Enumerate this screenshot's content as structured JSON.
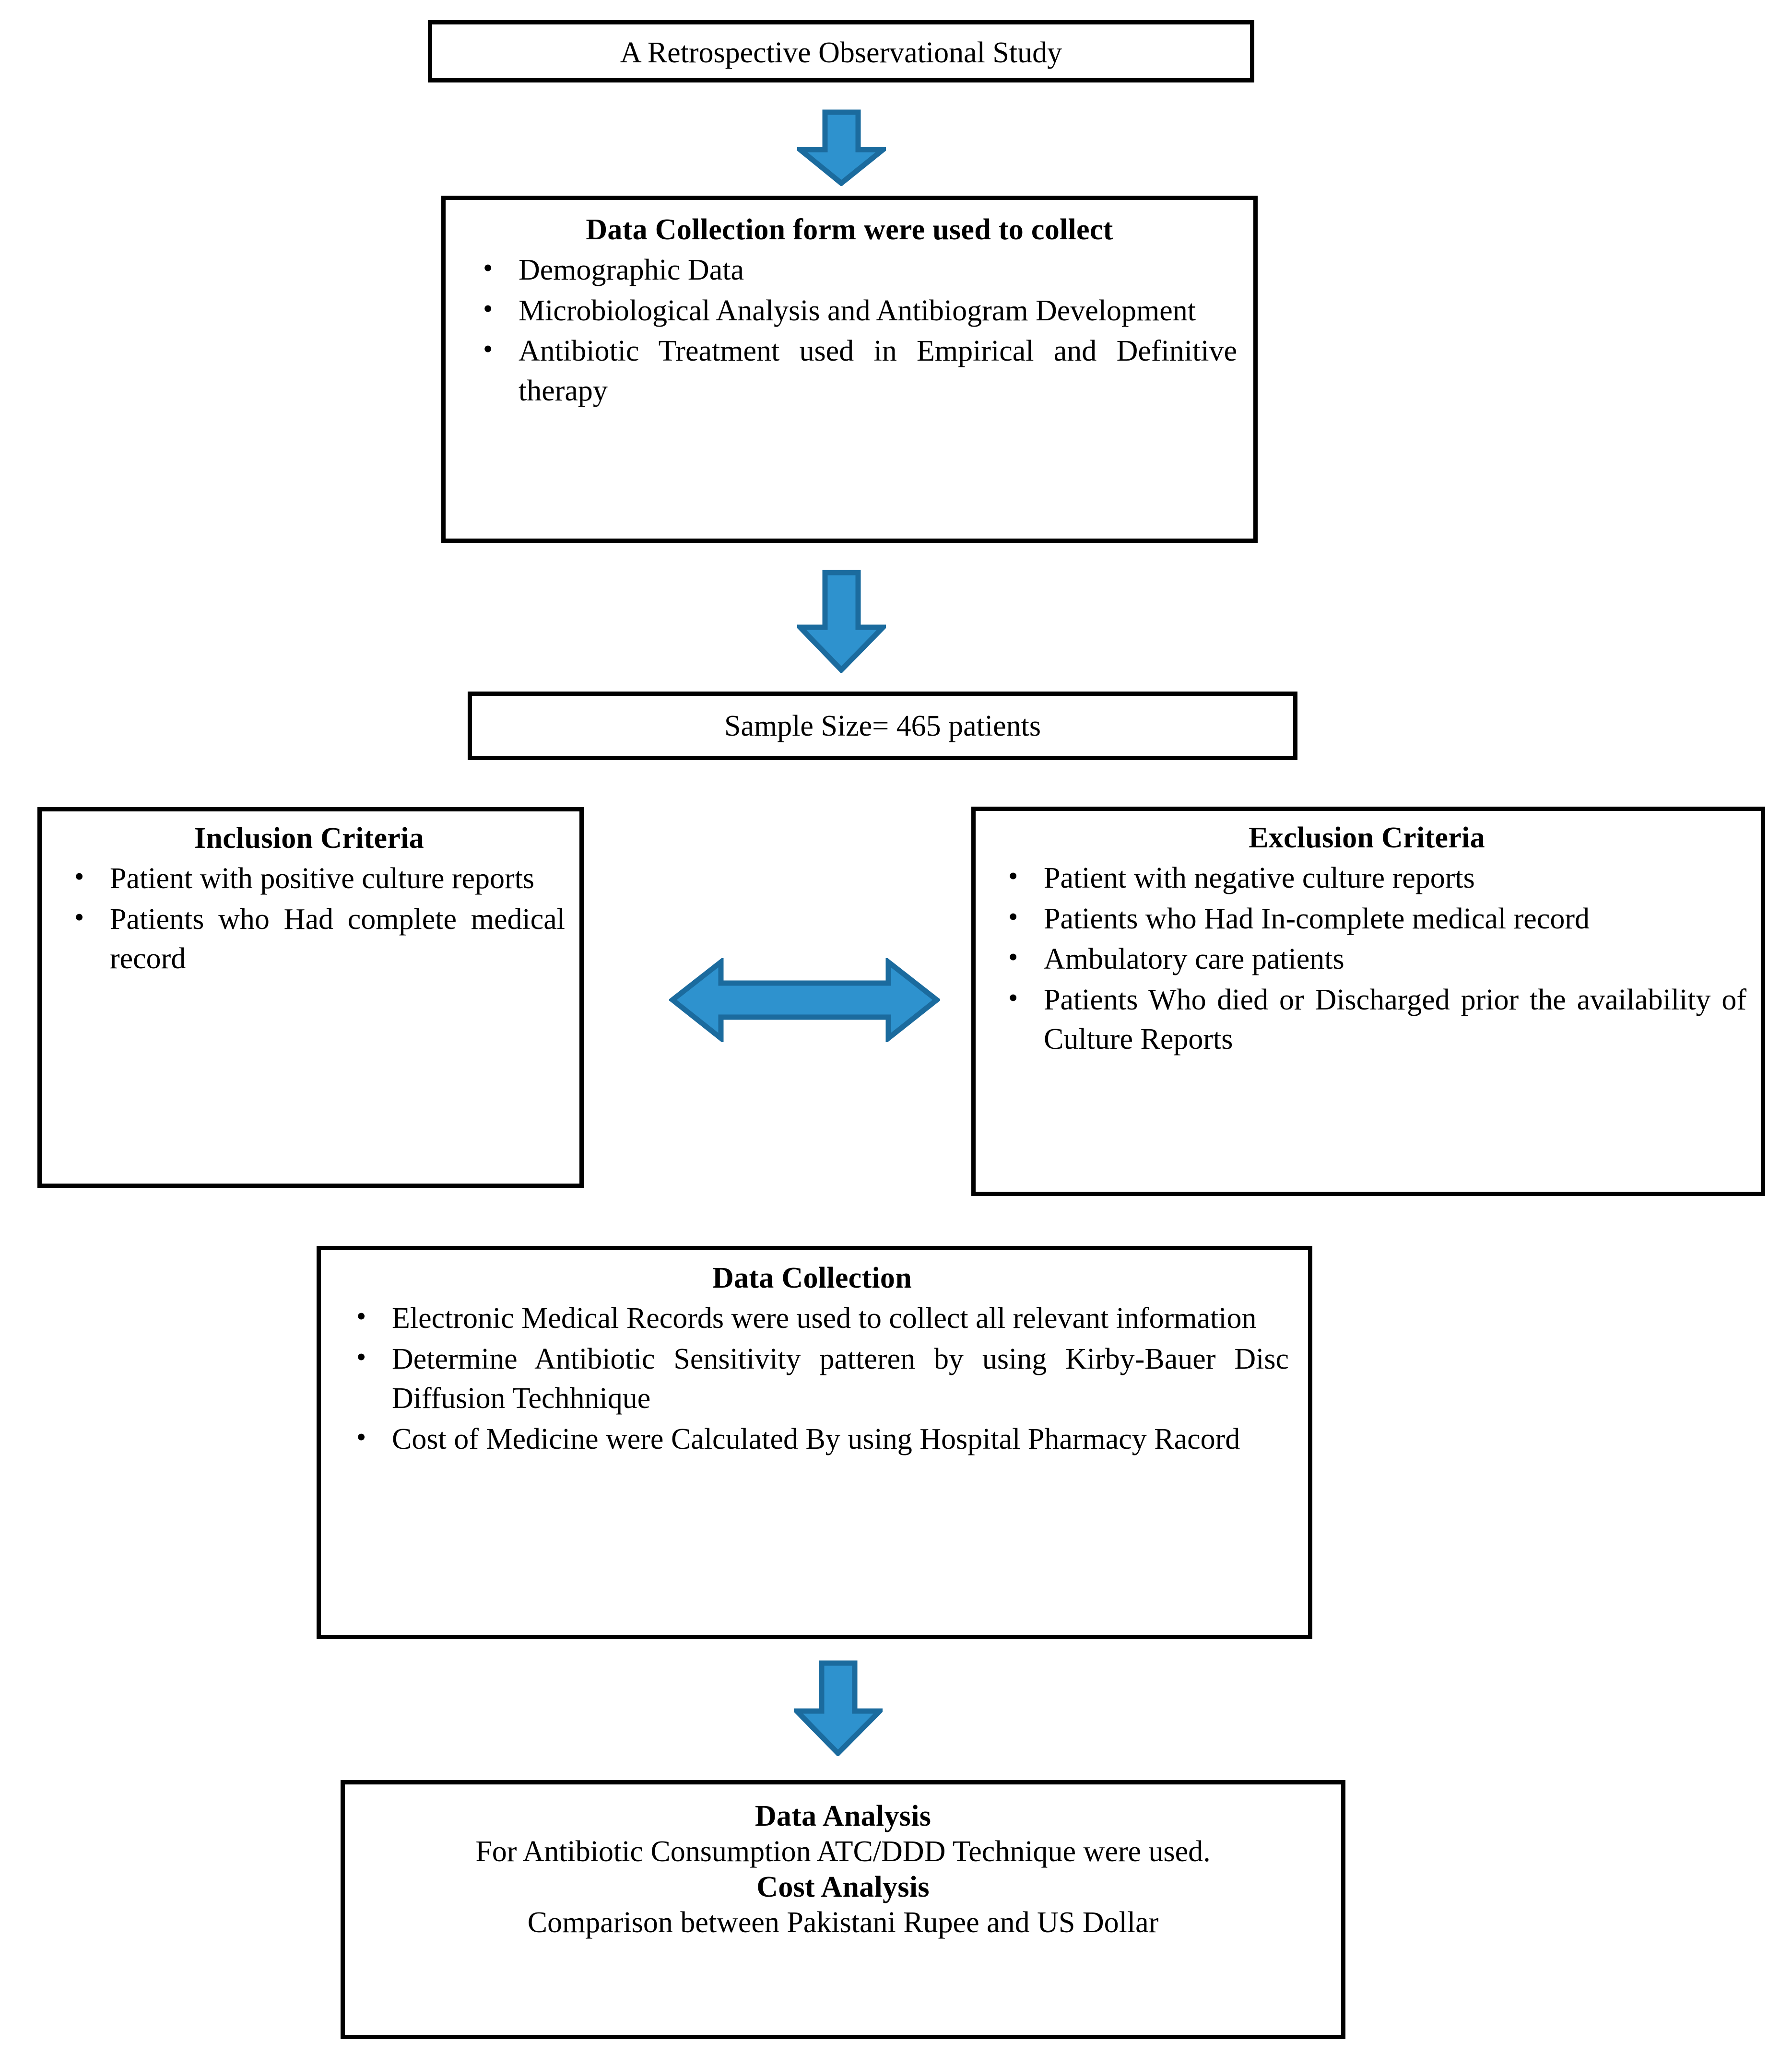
{
  "figure": {
    "kind": "methodology-flowchart",
    "colors": {
      "box_border": "#000000",
      "box_fill": "#ffffff",
      "text": "#000000",
      "arrow_fill": "#2E92CE",
      "arrow_stroke": "#1B6B9E"
    }
  },
  "nodes": {
    "study_type": {
      "text": "A Retrospective Observational Study"
    },
    "data_collection_form": {
      "title": "Data Collection form were used to collect",
      "bullets": [
        "Demographic Data",
        "Microbiological Analysis and Antibiogram Development",
        "Antibiotic Treatment used in Empirical and Definitive therapy"
      ]
    },
    "sample_size": {
      "text": "Sample Size= 465 patients",
      "value": 465,
      "unit": "patients"
    },
    "inclusion_criteria": {
      "title": "Inclusion Criteria",
      "bullets": [
        "Patient with positive culture reports",
        "Patients who Had complete medical record"
      ]
    },
    "exclusion_criteria": {
      "title": "Exclusion Criteria",
      "bullets": [
        "Patient with negative culture reports",
        "Patients who Had In-complete medical record",
        "Ambulatory care patients",
        "Patients Who died or Discharged prior the availability of Culture Reports"
      ]
    },
    "data_collection": {
      "title": "Data Collection",
      "bullets": [
        "Electronic Medical Records were used to collect all relevant information",
        "Determine Antibiotic Sensitivity patteren by using Kirby-Bauer Disc Diffusion Techhnique",
        "Cost of Medicine were Calculated By using Hospital Pharmacy Racord"
      ]
    },
    "analysis": {
      "data_analysis_title": "Data Analysis",
      "data_analysis_text": "For Antibiotic Consumption ATC/DDD Technique were used.",
      "cost_analysis_title": "Cost Analysis",
      "cost_analysis_text": "Comparison between Pakistani Rupee and US Dollar"
    }
  },
  "connectors": {
    "arrow1": {
      "label": "down-arrow-study-to-form",
      "direction": "down"
    },
    "arrow2": {
      "label": "down-arrow-form-to-sample",
      "direction": "down"
    },
    "arrow3": {
      "label": "double-arrow-inclusion-exclusion",
      "direction": "left-right"
    },
    "arrow4": {
      "label": "down-arrow-collection-to-analysis",
      "direction": "down"
    }
  }
}
